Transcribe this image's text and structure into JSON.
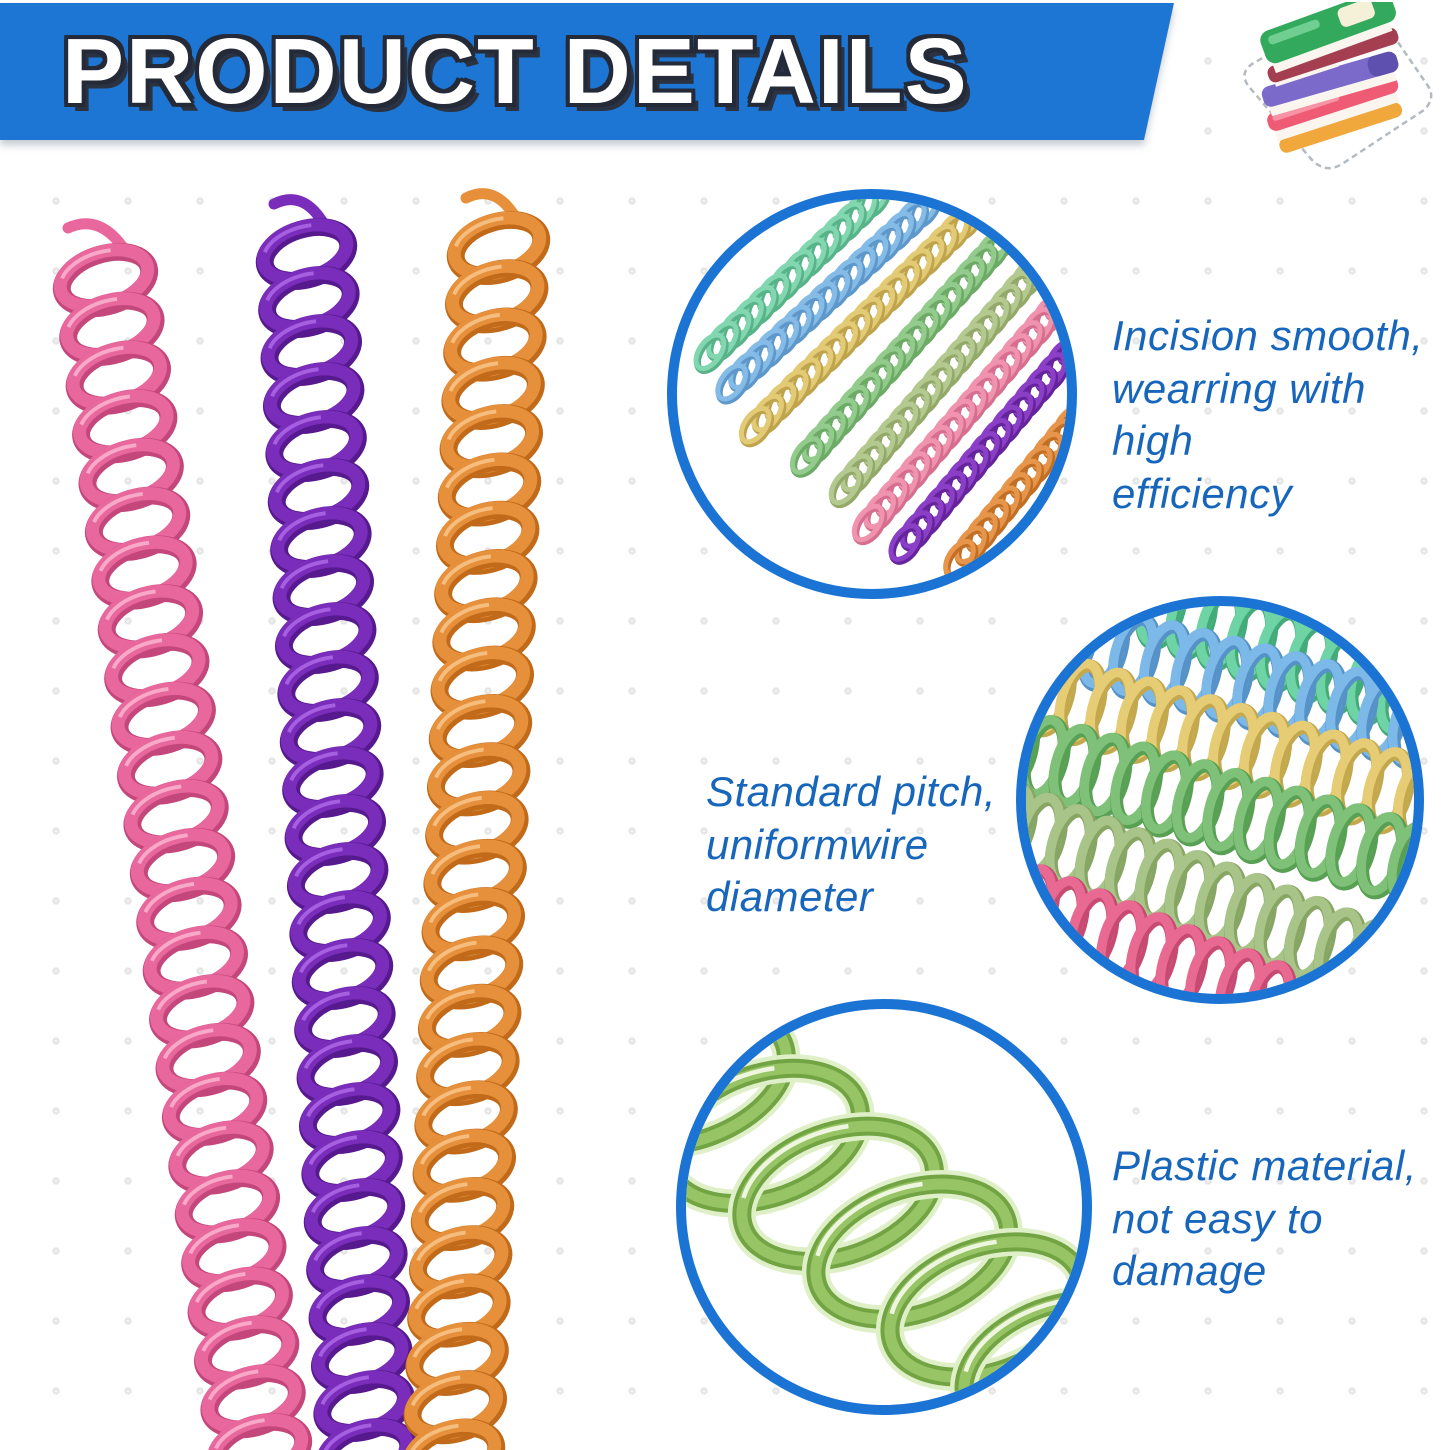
{
  "header": {
    "title": "PRODUCT DETAILS",
    "banner_color": "#1d76d3",
    "title_color": "#ffffff",
    "title_outline_color": "#242a38"
  },
  "icons": {
    "books_sticker": {
      "name": "stack-of-books",
      "colors": {
        "outline": "#b4bac2",
        "pages": "#faf6ef",
        "top_cover": "#33a95e",
        "top_cover_light": "#6fce90",
        "top_label": "#f5f0d8",
        "second_cover": "#a43f52",
        "third_cover": "#7b6ac9",
        "third_cover_dark": "#5d50ae",
        "bottom_cover": "#ef5b74",
        "bottom_cover_light": "#f892a5",
        "bottom_edge": "#f0a73c"
      }
    }
  },
  "features": [
    {
      "id": "incision",
      "text": "Incision smooth,\nwearring with high\nefficiency"
    },
    {
      "id": "pitch",
      "text": "Standard pitch,\nuniformwire\ndiameter"
    },
    {
      "id": "material",
      "text": "Plastic material,\nnot easy to\ndamage"
    }
  ],
  "styles": {
    "page_bg": "#ffffff",
    "dot_color": "#e4e4e4",
    "feature_text_color": "#1766bb",
    "inset_border_color": "#1b74d4"
  },
  "main_spirals": [
    {
      "name": "pink",
      "main": "#e8679c",
      "dark": "#c4477c",
      "light": "#f8a8c8"
    },
    {
      "name": "purple",
      "main": "#7a2dbb",
      "dark": "#571a8e",
      "light": "#a55fe0"
    },
    {
      "name": "orange",
      "main": "#e7903b",
      "dark": "#c06a1a",
      "light": "#f5bd7e"
    }
  ],
  "inset1_spirals": [
    {
      "name": "mint",
      "main": "#82d7b1",
      "dark": "#58b389"
    },
    {
      "name": "blue",
      "main": "#85bce7",
      "dark": "#5e97c9"
    },
    {
      "name": "yellow",
      "main": "#e3ca74",
      "dark": "#bfa44d"
    },
    {
      "name": "green",
      "main": "#92cb8c",
      "dark": "#6daa66"
    },
    {
      "name": "sage",
      "main": "#b4c98f",
      "dark": "#93a96a"
    },
    {
      "name": "pink",
      "main": "#f093af",
      "dark": "#d66e8f"
    },
    {
      "name": "purple",
      "main": "#8b3fc6",
      "dark": "#65249b"
    },
    {
      "name": "orange",
      "main": "#e6954a",
      "dark": "#c26f26"
    }
  ],
  "inset2_spirals": [
    {
      "name": "mint",
      "main": "#6fd4a5",
      "dark": "#43ab79"
    },
    {
      "name": "blue",
      "main": "#7db9e8",
      "dark": "#5592c8"
    },
    {
      "name": "yellow",
      "main": "#e6cc74",
      "dark": "#c3a84e"
    },
    {
      "name": "green",
      "main": "#7fc178",
      "dark": "#58a053"
    },
    {
      "name": "sage",
      "main": "#a8c489",
      "dark": "#87a563"
    },
    {
      "name": "pink",
      "main": "#e86a92",
      "dark": "#c74a73"
    }
  ],
  "inset3_spiral": {
    "name": "green-closeup",
    "pale": "#dff0c8",
    "dark": "#72a444",
    "main": "#97c465",
    "light": "#eef6e0"
  }
}
